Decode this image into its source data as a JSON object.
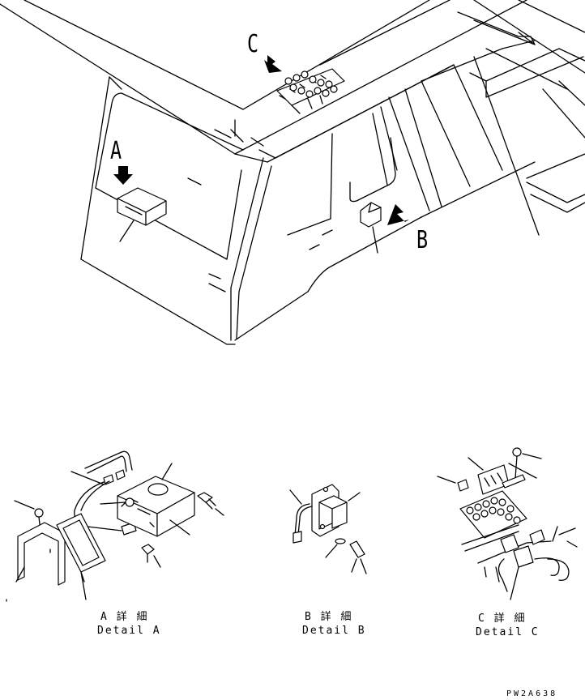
{
  "callouts": {
    "a": "A",
    "b": "B",
    "c": "C"
  },
  "details": [
    {
      "jp": "A 詳 細",
      "en": "Detail A"
    },
    {
      "jp": "B 詳 細",
      "en": "Detail B"
    },
    {
      "jp": "C 詳 細",
      "en": "Detail C"
    }
  ],
  "drawing_code": "PW2A638"
}
